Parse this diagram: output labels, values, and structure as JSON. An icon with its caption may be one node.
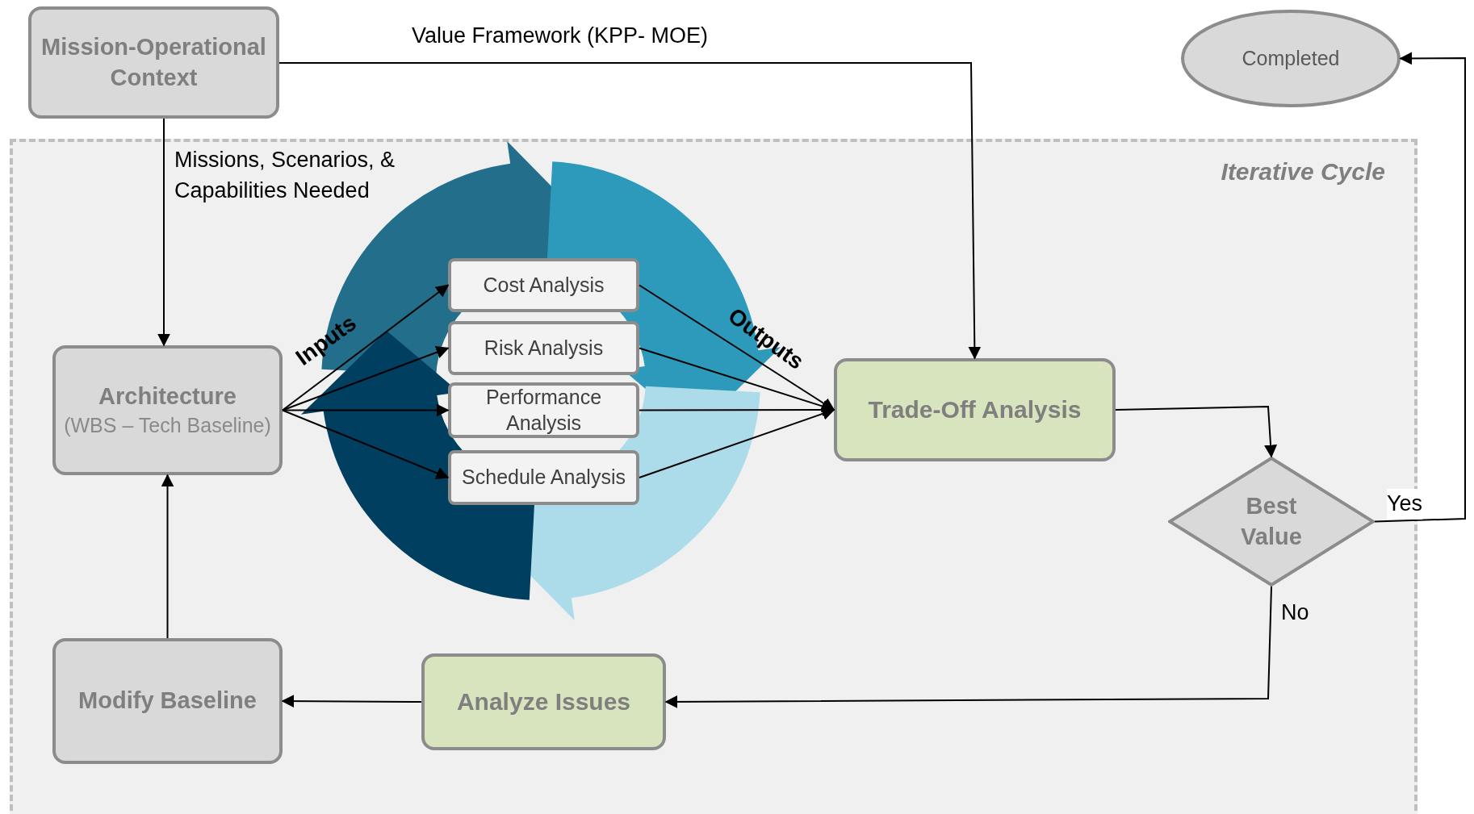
{
  "diagram": {
    "nodes": [
      {
        "text": [
          "Mission-Operational Context"
        ]
      },
      {
        "text": [
          "Completed"
        ]
      },
      {
        "text": [
          "Iterative Cycle"
        ]
      },
      {
        "text": [
          "Architecture",
          "(WBS – Tech Baseline)"
        ],
        "in": 2
      },
      {
        "text": [
          "Cost Analysis"
        ],
        "in": 2
      },
      {
        "text": [
          "Risk Analysis"
        ],
        "in": 2
      },
      {
        "text": [
          "Performance Analysis"
        ],
        "in": 2
      },
      {
        "text": [
          "Schedule Analysis"
        ],
        "in": 2
      },
      {
        "text": [
          "Trade-Off Analysis"
        ],
        "in": 2
      },
      {
        "text": [
          "Best Value"
        ],
        "in": 2
      },
      {
        "text": [
          "Analyze Issues"
        ],
        "in": 2
      },
      {
        "text": [
          "Modify Baseline"
        ],
        "in": 2
      }
    ],
    "edges": [
      {
        "from": 0,
        "to": 8,
        "arrow": "to",
        "label": "Value Framework (KPP- MOE)"
      },
      {
        "from": 0,
        "to": 3,
        "arrow": "to",
        "label": "Missions, Scenarios, & Capabilities Needed"
      },
      {
        "from": 3,
        "to": 4,
        "arrow": "to"
      },
      {
        "from": 3,
        "to": 5,
        "arrow": "to"
      },
      {
        "from": 3,
        "to": 6,
        "arrow": "to"
      },
      {
        "from": 3,
        "to": 7,
        "arrow": "to"
      },
      {
        "from": 4,
        "to": 8,
        "arrow": "to"
      },
      {
        "from": 5,
        "to": 8,
        "arrow": "to"
      },
      {
        "from": 6,
        "to": 8,
        "arrow": "to"
      },
      {
        "from": 7,
        "to": 8,
        "arrow": "to"
      },
      {
        "from": 8,
        "to": 9,
        "arrow": "to"
      },
      {
        "from": 9,
        "to": 1,
        "arrow": "to",
        "label": "Yes"
      },
      {
        "from": 9,
        "to": 10,
        "arrow": "to",
        "label": "No"
      },
      {
        "from": 10,
        "to": 11,
        "arrow": "to"
      },
      {
        "from": 11,
        "to": 3,
        "arrow": "to"
      }
    ],
    "labels": [
      "Inputs",
      "Outputs"
    ]
  }
}
